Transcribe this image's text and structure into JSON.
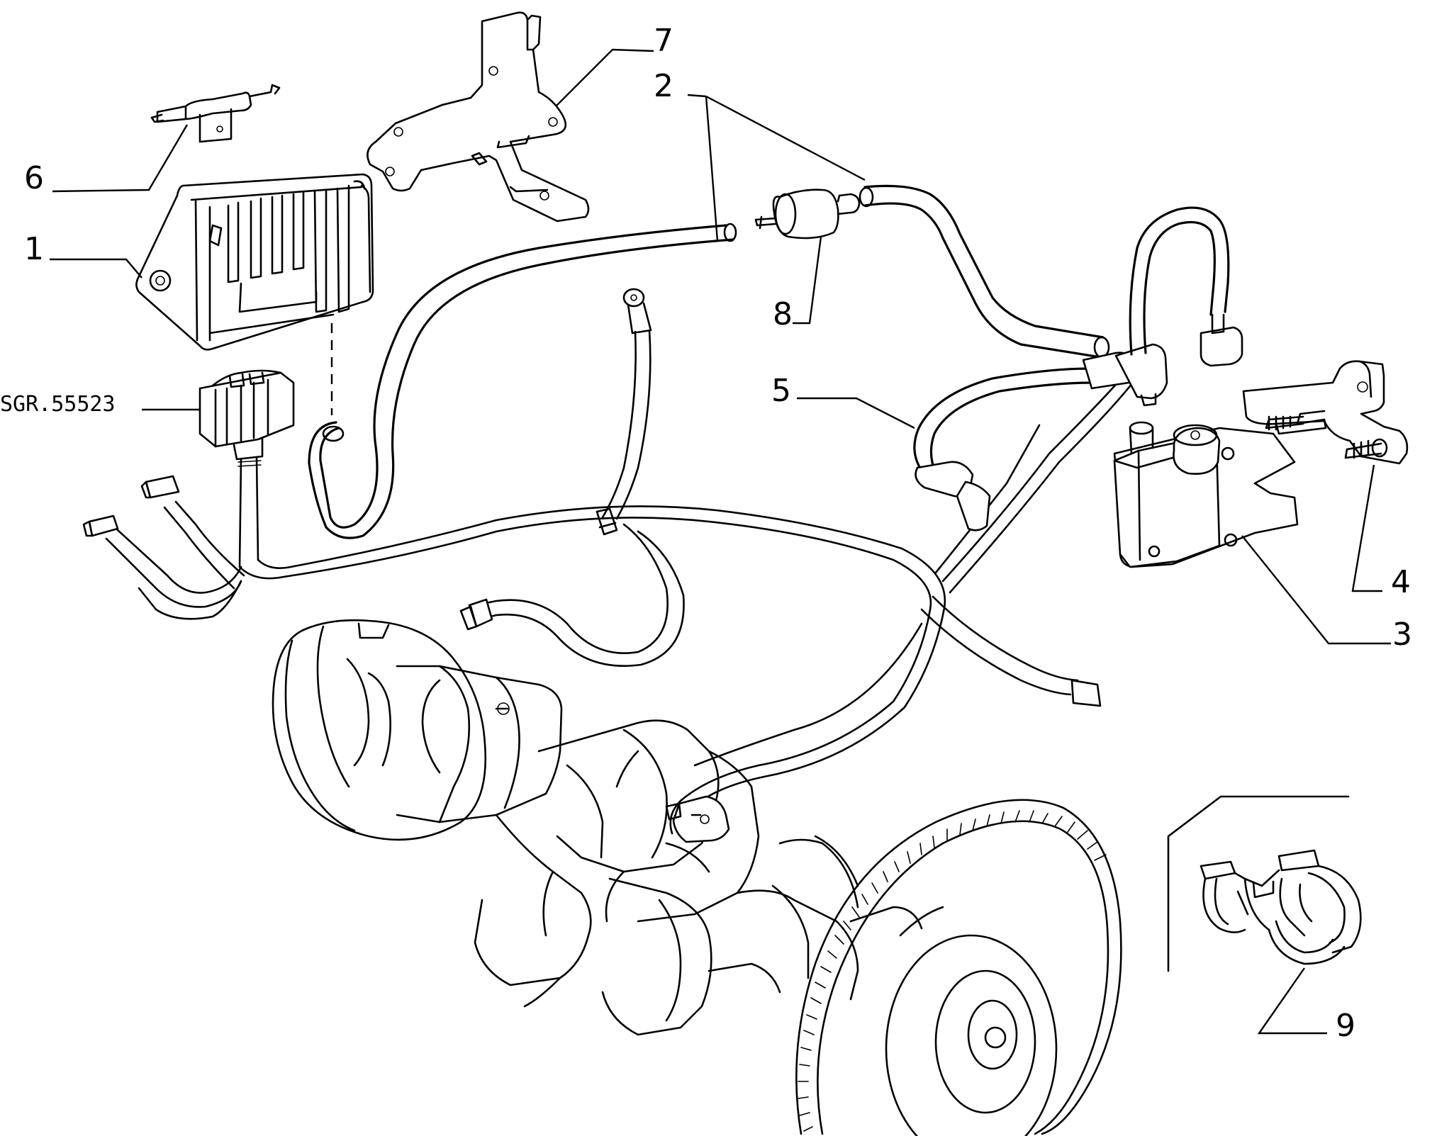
{
  "reference_code": "SGR.55523",
  "callouts": [
    "1",
    "2",
    "3",
    "4",
    "5",
    "6",
    "7",
    "8",
    "9"
  ]
}
